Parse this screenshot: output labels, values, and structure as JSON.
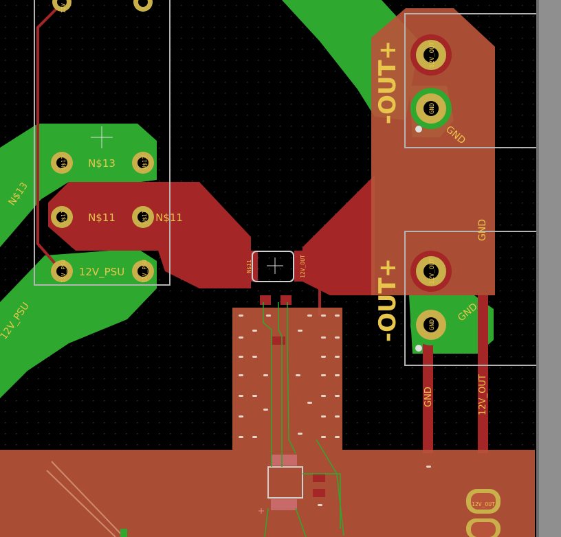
{
  "colors": {
    "background": "#000000",
    "grid_dot": "#3a3a3a",
    "bottom_copper": "#2ea82e",
    "top_copper": "#a42626",
    "top_copper_zone": "#b8543a",
    "pad_ring": "#c9b04a",
    "label": "#e8c64b",
    "outline": "#b4b4b4",
    "scrollbar": "#8f8f8f"
  },
  "labels": {
    "n13": "N$13",
    "n13_rot": "N$13",
    "n11_left": "N$11",
    "n11_right": "N$11",
    "psu_net": "12V_PSU",
    "psu_net_rot": "12V_PSU",
    "out_plus_top": "-OUT+",
    "out_plus_bottom": "-OUT+",
    "gnd_top": "GND",
    "gnd_mid": "GND",
    "gnd_bottom": "GND",
    "gnd_trace": "GND",
    "out_trace": "12V_OUT",
    "pad_12v_out_a": "12V_OUT",
    "pad_12v_out_b": "12V_OUT",
    "pad_gnd_a": "GND",
    "pad_gnd_b": "GND",
    "pad_12v_psu_a": "12V_PSU",
    "pad_12v_psu_b": "12V_PSU",
    "pad_n_a": "N$11",
    "pad_n_b": "N$11",
    "pad_n13_a": "N$13",
    "pad_n13_b": "N$13",
    "fuse_left": "N$11",
    "fuse_right": "12V_OUT",
    "conn_pad": "12V_OUT",
    "top_pad_label": "12V"
  },
  "icons": {
    "crosshair": "crosshair-icon",
    "origin": "origin-marker-icon"
  }
}
